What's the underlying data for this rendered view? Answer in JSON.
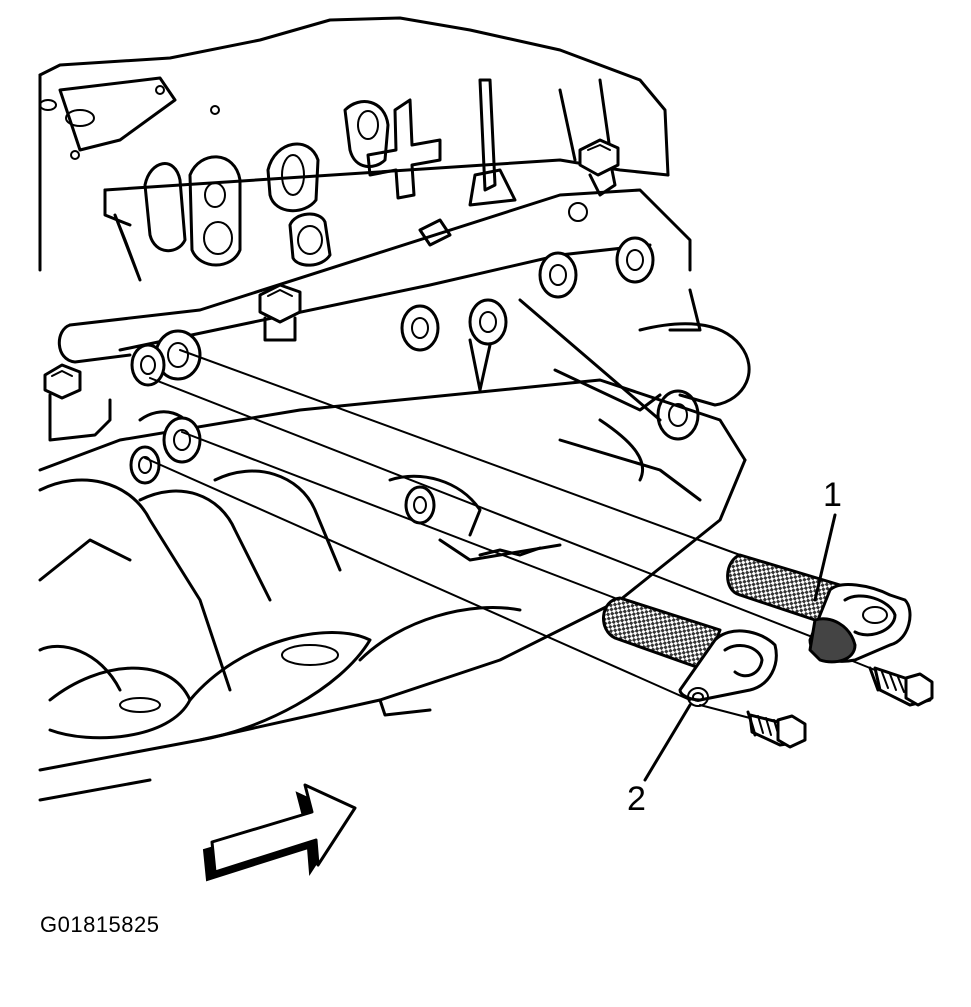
{
  "figure": {
    "figure_id": "G01815825",
    "callouts": [
      {
        "label": "1"
      },
      {
        "label": "2"
      }
    ]
  },
  "colors": {
    "line": "#000000",
    "background": "#ffffff",
    "sensor_fill": "#444444"
  },
  "icons": {
    "direction_arrow": "front-of-vehicle-arrow-icon"
  }
}
